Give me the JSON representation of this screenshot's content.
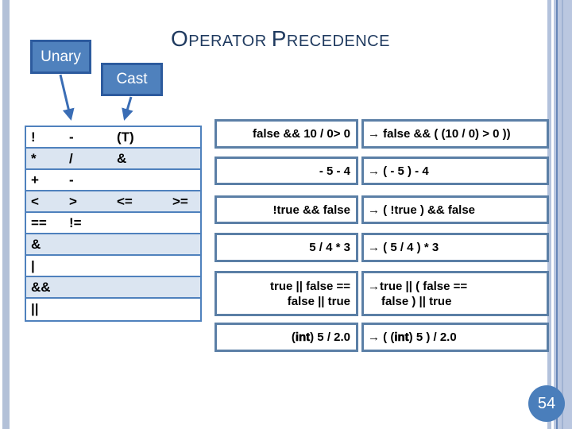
{
  "slide": {
    "page_number": "54"
  },
  "title": {
    "word1_initial": "O",
    "word1_rest": "PERATOR",
    "word2_initial": "P",
    "word2_rest": "RECEDENCE"
  },
  "labels": {
    "unary": "Unary",
    "cast": "Cast"
  },
  "operator_table": {
    "rows": [
      [
        "!",
        "-",
        "(T)",
        ""
      ],
      [
        "*",
        "/",
        "&",
        ""
      ],
      [
        "+",
        "-",
        "",
        ""
      ],
      [
        "<",
        ">",
        "<=",
        ">="
      ],
      [
        "==",
        "!=",
        "",
        ""
      ],
      [
        "&",
        "",
        "",
        ""
      ],
      [
        "|",
        "",
        "",
        ""
      ],
      [
        "&&",
        "",
        "",
        ""
      ],
      [
        "||",
        "",
        "",
        ""
      ]
    ]
  },
  "examples": [
    {
      "input": [
        {
          "t": "false && 10 / 0> 0"
        }
      ],
      "result": [
        {
          "t": "→ false && ( (10 / 0) > 0 ))"
        }
      ]
    },
    {
      "input": [
        {
          "t": "- 5 - 4"
        }
      ],
      "result": [
        {
          "t": "→ ( - 5 ) - 4"
        }
      ]
    },
    {
      "input": [
        {
          "t": "!true && false"
        }
      ],
      "result": [
        {
          "t": "→ ( !true ) && false"
        }
      ]
    },
    {
      "input": [
        {
          "t": "5 / 4 * 3"
        }
      ],
      "result": [
        {
          "t": "→ ( 5 / 4 ) * 3"
        }
      ]
    },
    {
      "input": [
        {
          "t": "true || false =="
        },
        {
          "br": true
        },
        {
          "t": "false || true"
        }
      ],
      "result": [
        {
          "t": "→true || ( false =="
        },
        {
          "br": true
        },
        {
          "t": "false ) || true",
          "indent": true
        }
      ]
    },
    {
      "input": [
        {
          "t": "("
        },
        {
          "t": "int",
          "b": true
        },
        {
          "t": ") 5 / 2.0"
        }
      ],
      "result": [
        {
          "t": "→ ( ("
        },
        {
          "t": "int",
          "b": true
        },
        {
          "t": ") 5 ) / 2.0"
        }
      ]
    }
  ],
  "colors": {
    "title_text": "#1f3a5f",
    "callout_fill": "#4f81bd",
    "callout_border": "#2d5b9e",
    "table_border": "#4f81bd",
    "table_alt_row": "#dbe5f1",
    "example_border": "#5b7fa6",
    "arrow_blue": "#3a6db5",
    "page_circle": "#4a7ebb",
    "edge_stripe": "#b3c1d8"
  }
}
